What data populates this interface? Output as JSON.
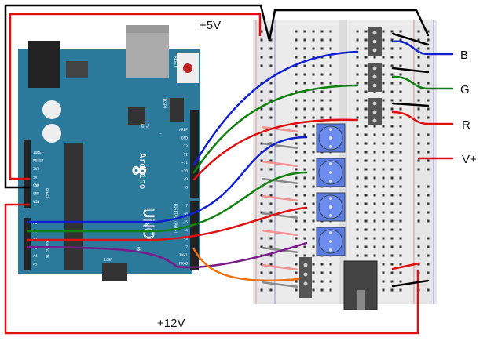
{
  "labels": {
    "v5": "+5V",
    "v12": "+12V",
    "b": "B",
    "g": "G",
    "r": "R",
    "vplus": "V+"
  },
  "arduino": {
    "brand": "Arduino",
    "model": "UNO",
    "reset": "RESET",
    "icsp2": "ICSP2",
    "icsp": "ICSP",
    "on": "ON",
    "tx": "TX",
    "rx": "RX",
    "l": "L",
    "power_pins": [
      "IOREF",
      "RESET",
      "3V3",
      "5V",
      "GND",
      "GND",
      "VIN"
    ],
    "analog_pins": [
      "A0",
      "A1",
      "A2",
      "A3",
      "A4",
      "A5"
    ],
    "digital_top": [
      "AREF",
      "GND",
      "13",
      "12",
      "~11",
      "~10",
      "~9",
      "8"
    ],
    "digital_bottom": [
      "7",
      "~6",
      "~5",
      "4",
      "~3",
      "2",
      "TX▶1",
      "RX◀0"
    ],
    "power_header": "POWER",
    "analog_header": "ANALOG IN",
    "digital_header": "DIGITAL (PWM~)"
  },
  "colors": {
    "board": "#2b7a9c",
    "breadboard": "#e6e6e6",
    "wire_red": "#e01010",
    "wire_blue": "#1020d0",
    "wire_green": "#108010",
    "wire_black": "#000000",
    "wire_purple": "#7a1a8a",
    "wire_orange": "#f07010",
    "pot": "#5b7be0"
  }
}
